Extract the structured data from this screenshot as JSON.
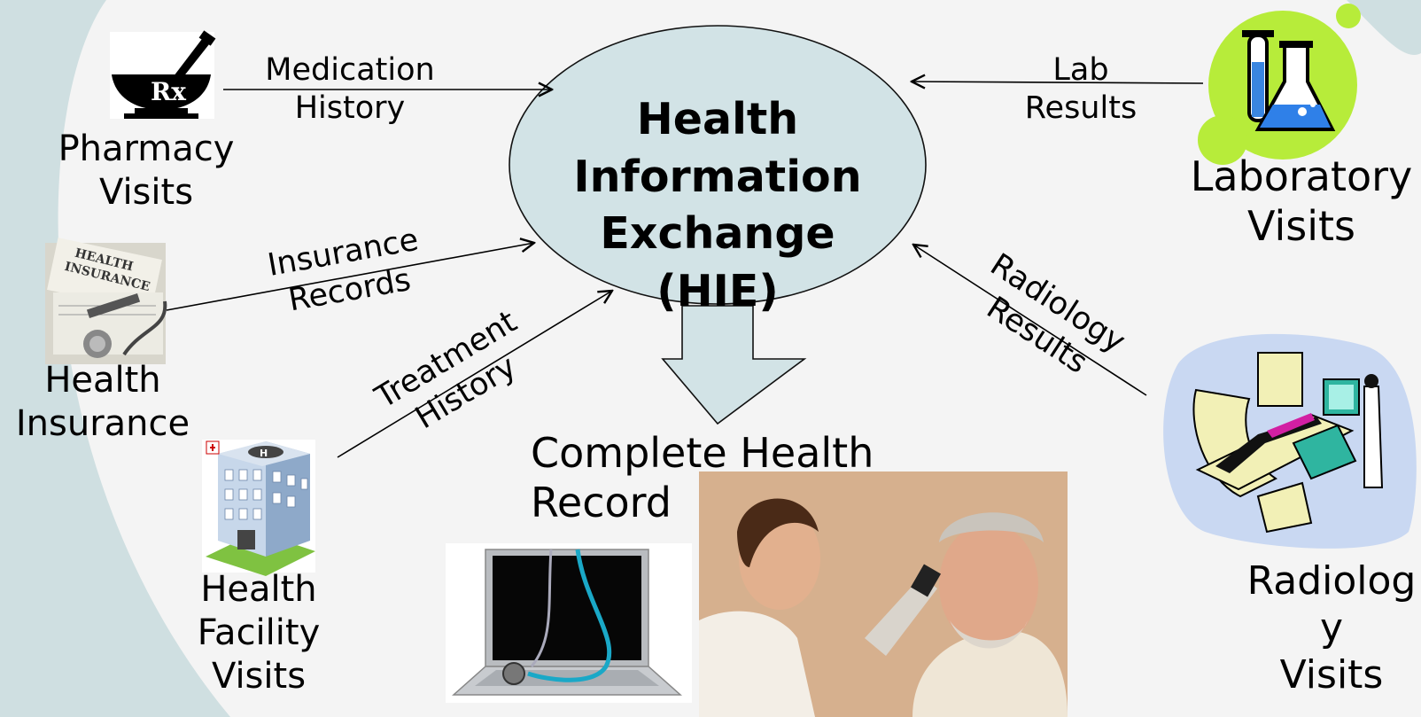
{
  "hub": {
    "lines": [
      "Health",
      "Information",
      "Exchange",
      "(HIE)"
    ]
  },
  "output": {
    "lines": [
      "Complete Health",
      "Record"
    ]
  },
  "sources": {
    "pharmacy": {
      "lines": [
        "Pharmacy",
        "Visits"
      ],
      "icon": "mortar-pestle-rx-icon",
      "icon_text": "Rx"
    },
    "insurance": {
      "lines": [
        "Health",
        "Insurance"
      ],
      "icon": "insurance-document-icon"
    },
    "facility": {
      "lines": [
        "Health",
        "Facility",
        "Visits"
      ],
      "icon": "hospital-building-icon"
    },
    "laboratory": {
      "lines": [
        "Laboratory",
        "Visits"
      ],
      "icon": "lab-flask-icon"
    },
    "radiology": {
      "lines": [
        "Radiolog",
        "y",
        "Visits"
      ],
      "icon": "radiology-scanner-icon"
    }
  },
  "flows": {
    "medication": {
      "lines": [
        "Medication",
        "History"
      ]
    },
    "insurance": {
      "lines": [
        "Insurance",
        "Records"
      ]
    },
    "treatment": {
      "lines": [
        "Treatment",
        "History"
      ]
    },
    "lab": {
      "lines": [
        "Lab",
        "Results"
      ]
    },
    "radiology": {
      "lines": [
        "Radiology",
        "Results"
      ]
    }
  },
  "colors": {
    "hub_fill": "#d2e3e6",
    "background": "#f4f4f4",
    "side_band": "#cfdfe1",
    "lab_green": "#b7ec3a",
    "radiology_blue": "#c9d8f2"
  }
}
